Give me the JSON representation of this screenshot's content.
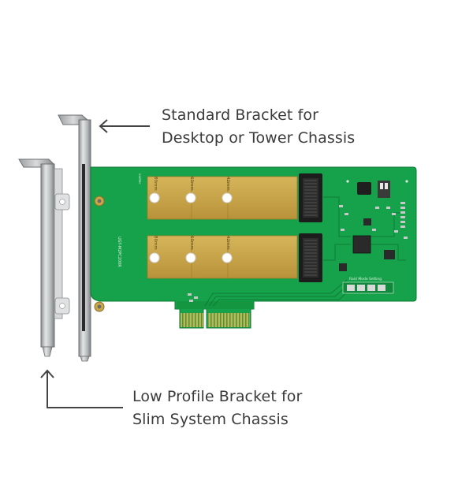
{
  "annotations": {
    "standard_bracket": {
      "line1": "Standard Bracket for",
      "line2": "Desktop or Tower Chassis"
    },
    "low_profile_bracket": {
      "line1": "Low Profile Bracket for",
      "line2": "Slim System Chassis"
    }
  },
  "board": {
    "slot_labels_top": [
      "80mm",
      "60mm",
      "42mm"
    ],
    "slot_labels_bottom": [
      "80mm",
      "60mm",
      "42mm"
    ],
    "model_text": "UGT-M2PC200R",
    "raid_label": "Raid Mode Setting"
  },
  "colors": {
    "pcb_green": "#16a24a",
    "gold_pad": "#c9a64a",
    "bracket_steel": "#c9cbcc",
    "text": "#3a3a3a",
    "arrow": "#444444"
  }
}
